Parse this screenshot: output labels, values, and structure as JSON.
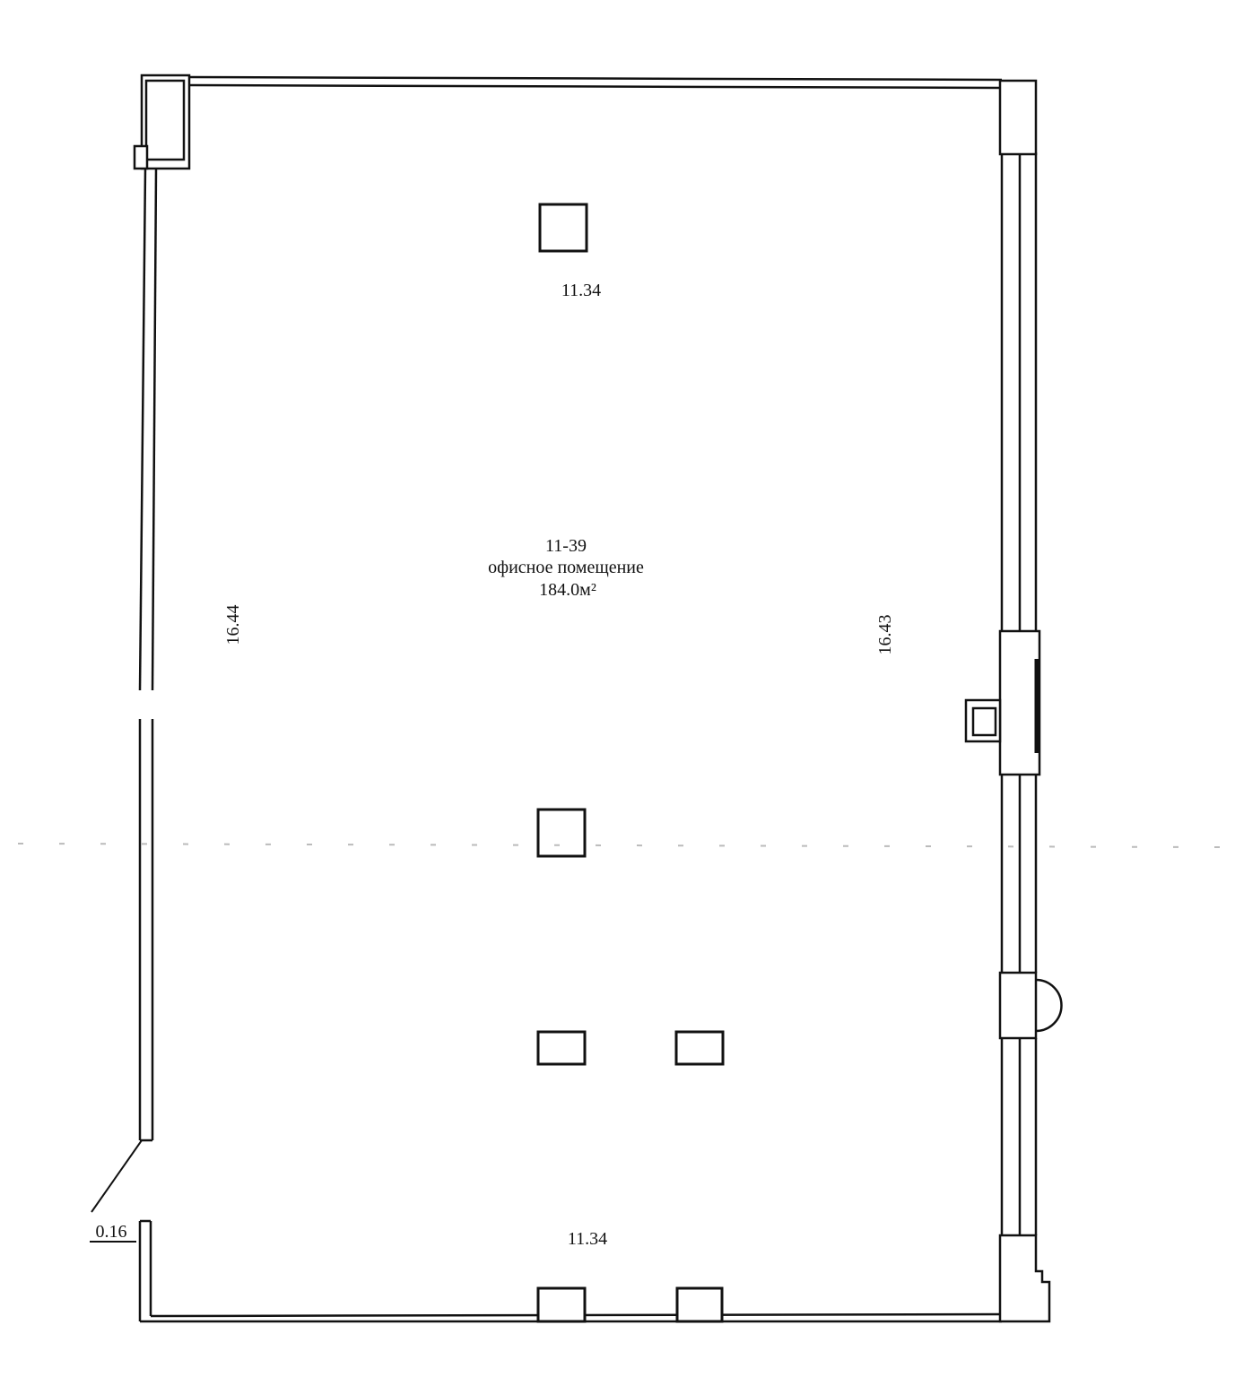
{
  "room": {
    "number": "11-39",
    "name": "офисное помещение",
    "area": "184.0м²"
  },
  "dimensions": {
    "top_width": "11.34",
    "bottom_width": "11.34",
    "left_height": "16.44",
    "right_height": "16.43",
    "door_offset": "0.16"
  },
  "colors": {
    "line": "#111111",
    "background": "#ffffff",
    "faint": "#bbbbbb"
  }
}
